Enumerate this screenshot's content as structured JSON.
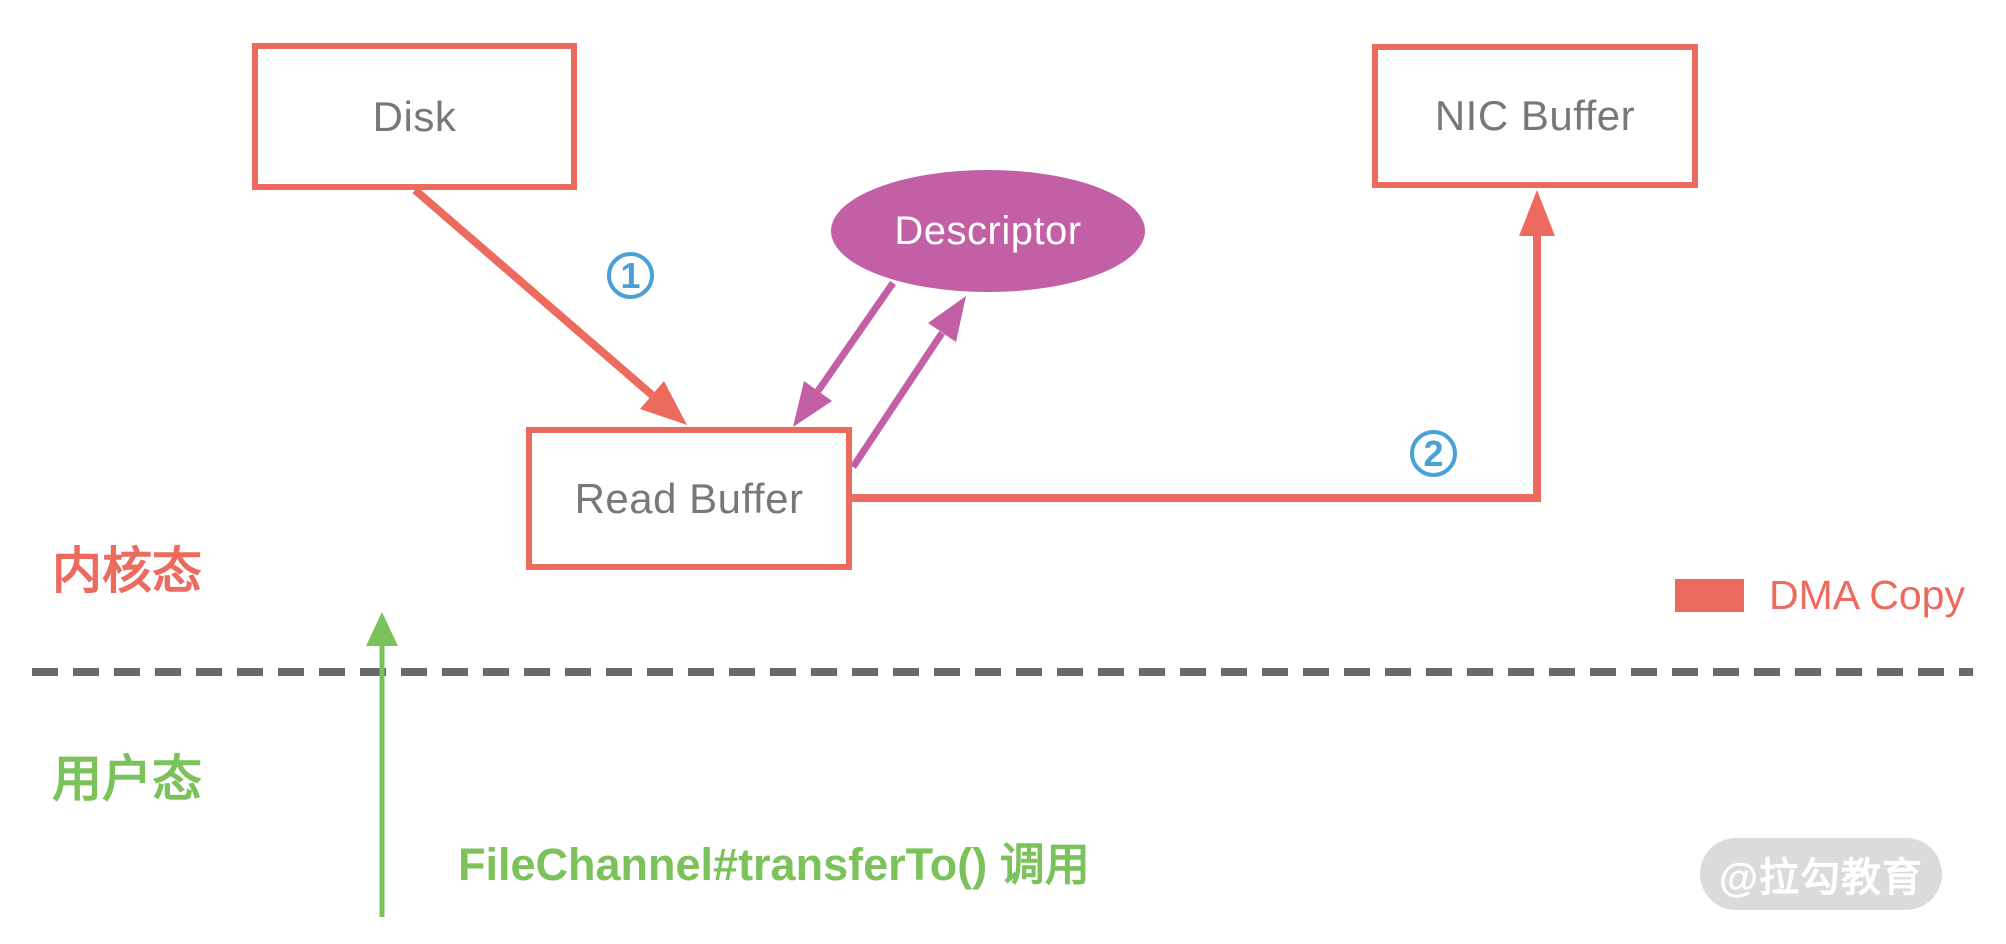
{
  "nodes": {
    "disk": "Disk",
    "nic_buffer": "NIC Buffer",
    "read_buffer": "Read Buffer",
    "descriptor": "Descriptor"
  },
  "steps": {
    "one": "1",
    "two": "2"
  },
  "zones": {
    "kernel": "内核态",
    "user": "用户态"
  },
  "call_label": "FileChannel#transferTo() 调用",
  "legend": {
    "dma_copy": "DMA Copy"
  },
  "watermark": "@拉勾教育",
  "colors": {
    "dma_arrow": "#ED6A5E",
    "descriptor": "#C35FA5",
    "user_mode": "#7BC25B",
    "step_badge": "#4BA0D8",
    "boundary_dash": "#68686D",
    "node_text": "#77787A",
    "watermark_bg": "#DBDBDB"
  }
}
